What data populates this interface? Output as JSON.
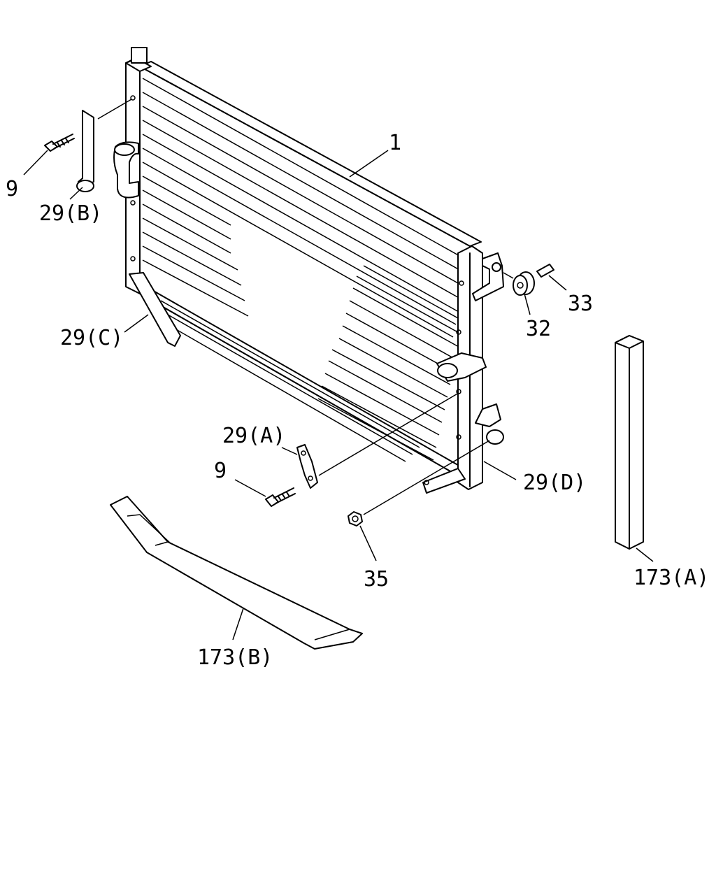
{
  "labels": {
    "part_1": "1",
    "part_9_top": "9",
    "part_29b": "29(B)",
    "part_29c": "29(C)",
    "part_29a": "29(A)",
    "part_9_bottom": "9",
    "part_29d": "29(D)",
    "part_32": "32",
    "part_33": "33",
    "part_35": "35",
    "part_173a": "173(A)",
    "part_173b": "173(B)"
  }
}
